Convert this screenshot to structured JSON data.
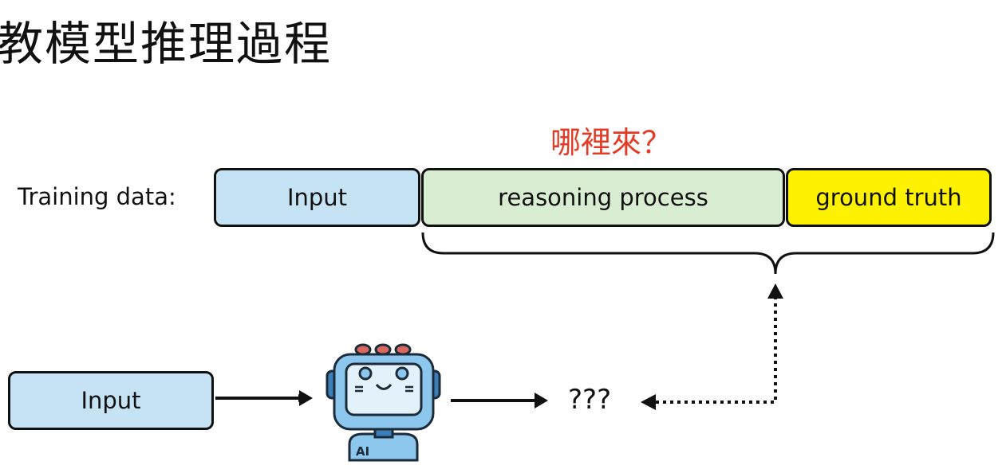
{
  "title": "教模型推理過程",
  "question": "哪裡來？",
  "training_data": {
    "label": "Training data:",
    "segments": [
      {
        "label": "Input",
        "color": "#c6e2f5"
      },
      {
        "label": "reasoning process",
        "color": "#d8edd2"
      },
      {
        "label": "ground truth",
        "color": "#fff200"
      }
    ]
  },
  "pipeline": {
    "input_label": "Input",
    "model_badge": "AI",
    "output_label": "???"
  }
}
